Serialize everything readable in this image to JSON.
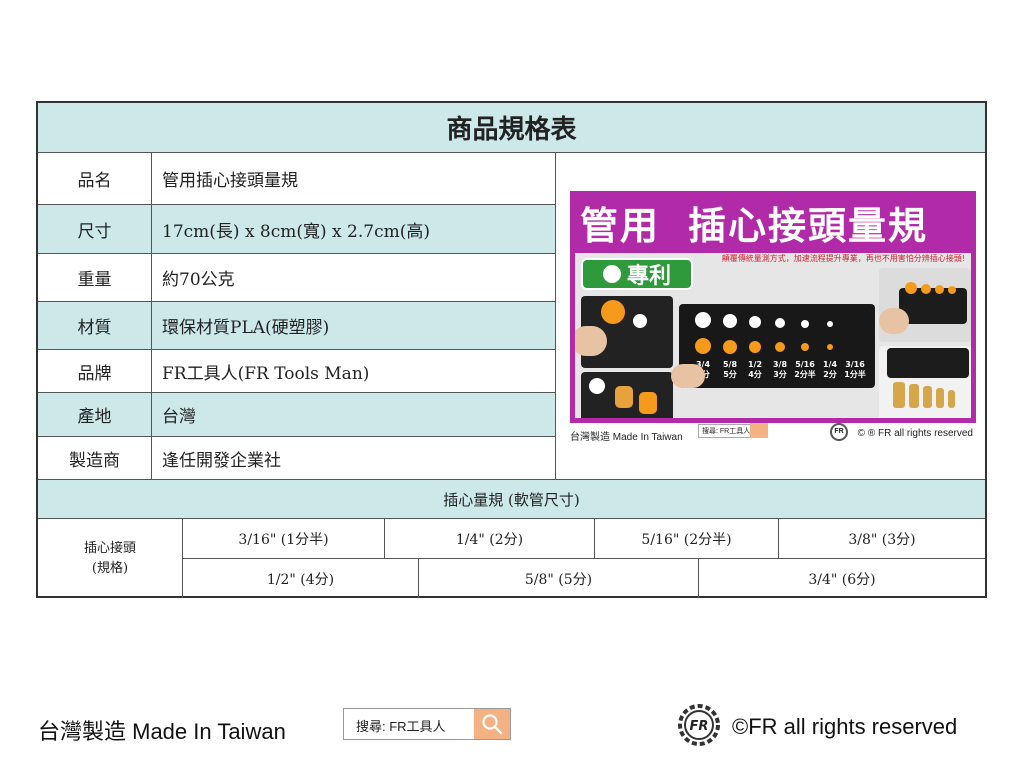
{
  "table": {
    "title": "商品規格表",
    "specs": [
      {
        "key": "品名",
        "value": "管用插心接頭量規"
      },
      {
        "key": "尺寸",
        "value": "17cm(長) x 8cm(寬) x 2.7cm(高)"
      },
      {
        "key": "重量",
        "value": "約70公克"
      },
      {
        "key": "材質",
        "value": "環保材質PLA(硬塑膠)"
      },
      {
        "key": "品牌",
        "value": "FR工具人(FR Tools Man)"
      },
      {
        "key": "產地",
        "value": "台灣"
      },
      {
        "key": "製造商",
        "value": "逢任開發企業社"
      }
    ],
    "section_title": "插心量規 (軟管尺寸)",
    "gauge_label_line1": "插心接頭",
    "gauge_label_line2": "(規格)",
    "gauge_row1": [
      "3/16\" (1分半)",
      "1/4\" (2分)",
      "5/16\" (2分半)",
      "3/8\" (3分)"
    ],
    "gauge_row2": [
      "1/2\" (4分)",
      "5/8\" (5分)",
      "3/4\" (6分)"
    ]
  },
  "product_image": {
    "banner_part1": "管用",
    "banner_part2": "插心接頭量規",
    "subtitle": "顛覆傳統量測方式，加速流程提升專業，再也不用害怕分辨插心接頭!",
    "patent": "專利",
    "sizes": [
      "3/4",
      "5/8",
      "1/2",
      "3/8",
      "5/16",
      "1/4",
      "3/16"
    ],
    "sizes_sub": [
      "6分",
      "5分",
      "4分",
      "3分",
      "2分半",
      "2分",
      "1分半"
    ],
    "footer_made": "台灣製造 Made In Taiwan",
    "footer_search": "搜尋: FR工具人",
    "footer_rights": "© ® FR all rights reserved",
    "logo_text": "FR"
  },
  "footer": {
    "made_in": "台灣製造 Made In Taiwan",
    "search_text": "搜尋: FR工具人",
    "rights": "©FR all rights reserved",
    "logo_text": "FR",
    "search_icon": "search-icon",
    "accent_color": "#f4b183"
  }
}
